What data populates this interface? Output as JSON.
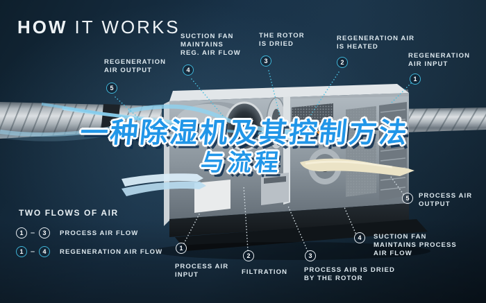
{
  "header": {
    "title_bold": "HOW",
    "title_light": "IT WORKS"
  },
  "overlay_title": {
    "line1": "一种除湿机及其控制方法",
    "line2": "与流程"
  },
  "callouts": [
    {
      "num": "5",
      "label": "REGENERATION\nAIR OUTPUT",
      "flow": "regeneration"
    },
    {
      "num": "4",
      "label": "SUCTION FAN\nMAINTAINS\nREG. AIR FLOW",
      "flow": "regeneration"
    },
    {
      "num": "3",
      "label": "THE ROTOR\nIS DRIED",
      "flow": "regeneration"
    },
    {
      "num": "2",
      "label": "REGENERATION AIR\nIS HEATED",
      "flow": "regeneration"
    },
    {
      "num": "1",
      "label": "REGENERATION\nAIR INPUT",
      "flow": "regeneration"
    },
    {
      "num": "1",
      "label": "PROCESS AIR\nINPUT",
      "flow": "process"
    },
    {
      "num": "2",
      "label": "FILTRATION",
      "flow": "process"
    },
    {
      "num": "3",
      "label": "PROCESS AIR IS DRIED\nBY THE ROTOR",
      "flow": "process"
    },
    {
      "num": "4",
      "label": "SUCTION FAN\nMAINTAINS PROCESS\nAIR FLOW",
      "flow": "process"
    },
    {
      "num": "5",
      "label": "PROCESS AIR\nOUTPUT",
      "flow": "process"
    }
  ],
  "legend": {
    "title": "TWO FLOWS OF AIR",
    "separator": "–",
    "rows": [
      {
        "start": "1",
        "end": "3",
        "label": "PROCESS AIR FLOW",
        "color": "white"
      },
      {
        "start": "1",
        "end": "4",
        "label": "REGENERATION AIR FLOW",
        "color": "teal"
      }
    ]
  },
  "colors": {
    "background": "#152a3b",
    "accent_teal": "#3fb5d8",
    "label_text": "#dde8ee",
    "overlay_blue": "#2196e8",
    "flow_blue": "#9ed8f2",
    "flow_cream": "#ebe3c6",
    "heater_orange": "#f59a3c"
  }
}
